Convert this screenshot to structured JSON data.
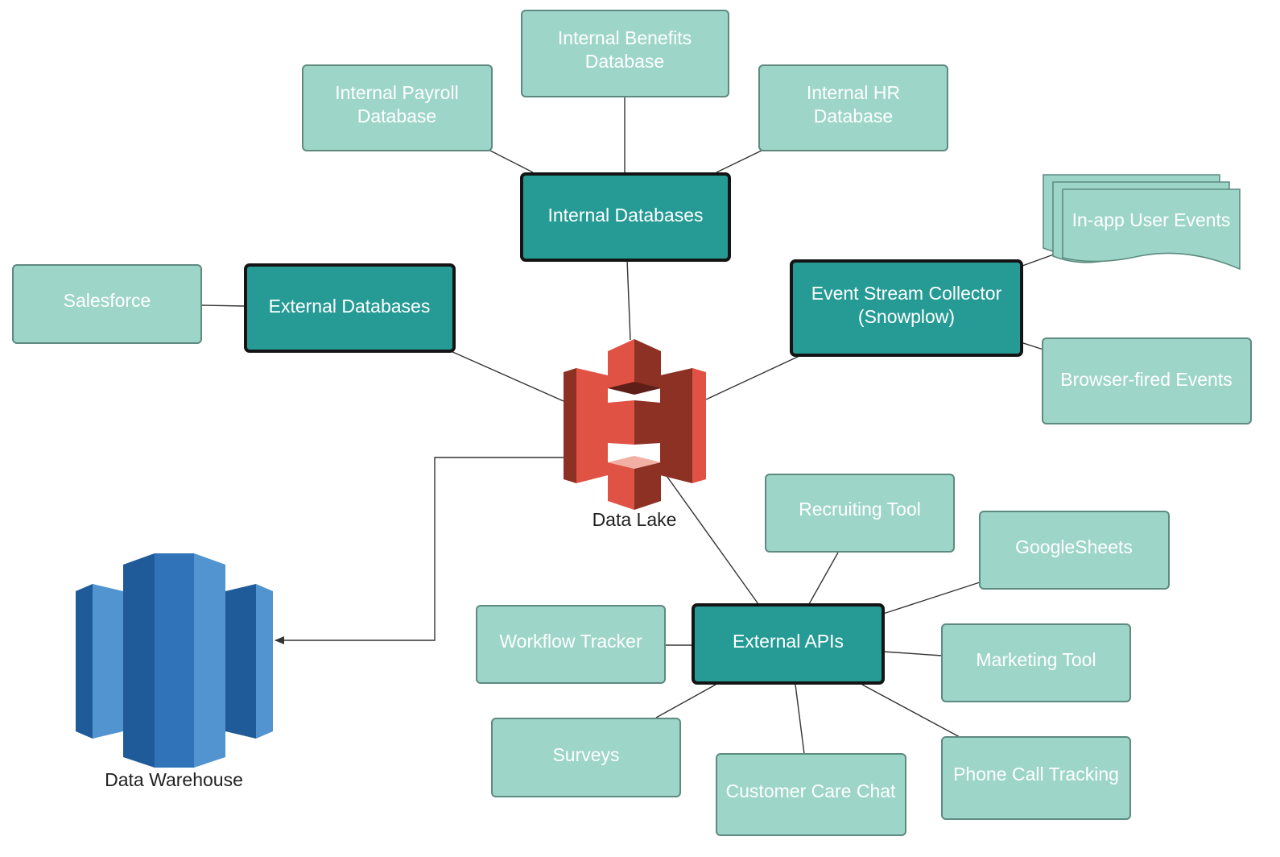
{
  "diagram": {
    "hubs": {
      "internal_databases": [
        "Internal Databases"
      ],
      "external_databases": [
        "External Databases"
      ],
      "event_stream_collector": [
        "Event Stream Collector",
        "(Snowplow)"
      ],
      "external_apis": [
        "External APIs"
      ]
    },
    "sources": {
      "internal_payroll_db": [
        "Internal Payroll",
        "Database"
      ],
      "internal_benefits_db": [
        "Internal Benefits",
        "Database"
      ],
      "internal_hr_db": [
        "Internal HR",
        "Database"
      ],
      "salesforce": [
        "Salesforce"
      ],
      "in_app_user_events": [
        "In-app User Events"
      ],
      "browser_fired_events": [
        "Browser-fired Events"
      ],
      "recruiting_tool": [
        "Recruiting Tool"
      ],
      "google_sheets": [
        "GoogleSheets"
      ],
      "workflow_tracker": [
        "Workflow Tracker"
      ],
      "marketing_tool": [
        "Marketing Tool"
      ],
      "surveys": [
        "Surveys"
      ],
      "customer_care_chat": [
        "Customer Care Chat"
      ],
      "phone_call_tracking": [
        "Phone Call Tracking"
      ]
    },
    "stores": {
      "data_lake": "Data Lake",
      "data_warehouse": "Data Warehouse"
    },
    "icons": {
      "data_lake": "s3-bucket-icon",
      "data_warehouse": "redshift-icon"
    },
    "colors": {
      "source_fill": "#9dd6c8",
      "hub_fill": "#269b95",
      "hub_border": "#141414",
      "lake_red": "#e05243",
      "warehouse_blue": "#3073b8"
    }
  }
}
